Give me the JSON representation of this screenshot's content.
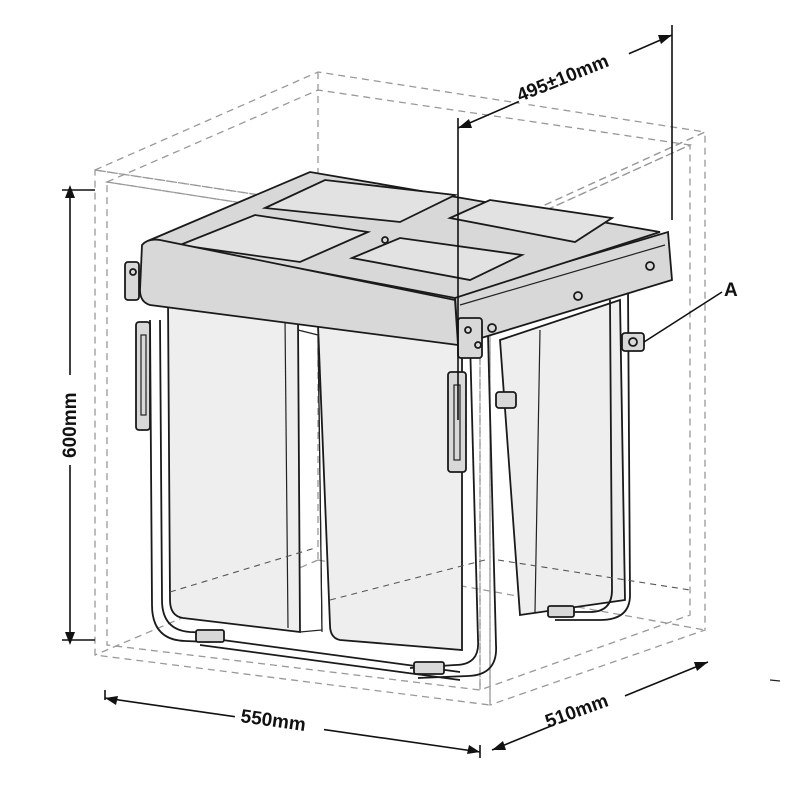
{
  "dimensions": {
    "height_label": "600mm",
    "width_label": "550mm",
    "depth_label": "510mm",
    "inner_width_label": "495±10mm"
  },
  "callouts": {
    "detail_a": "A"
  },
  "colors": {
    "ink": "#1a1a1a",
    "cabinet_dash": "#999999",
    "bin_fill": "#eeeeee"
  }
}
